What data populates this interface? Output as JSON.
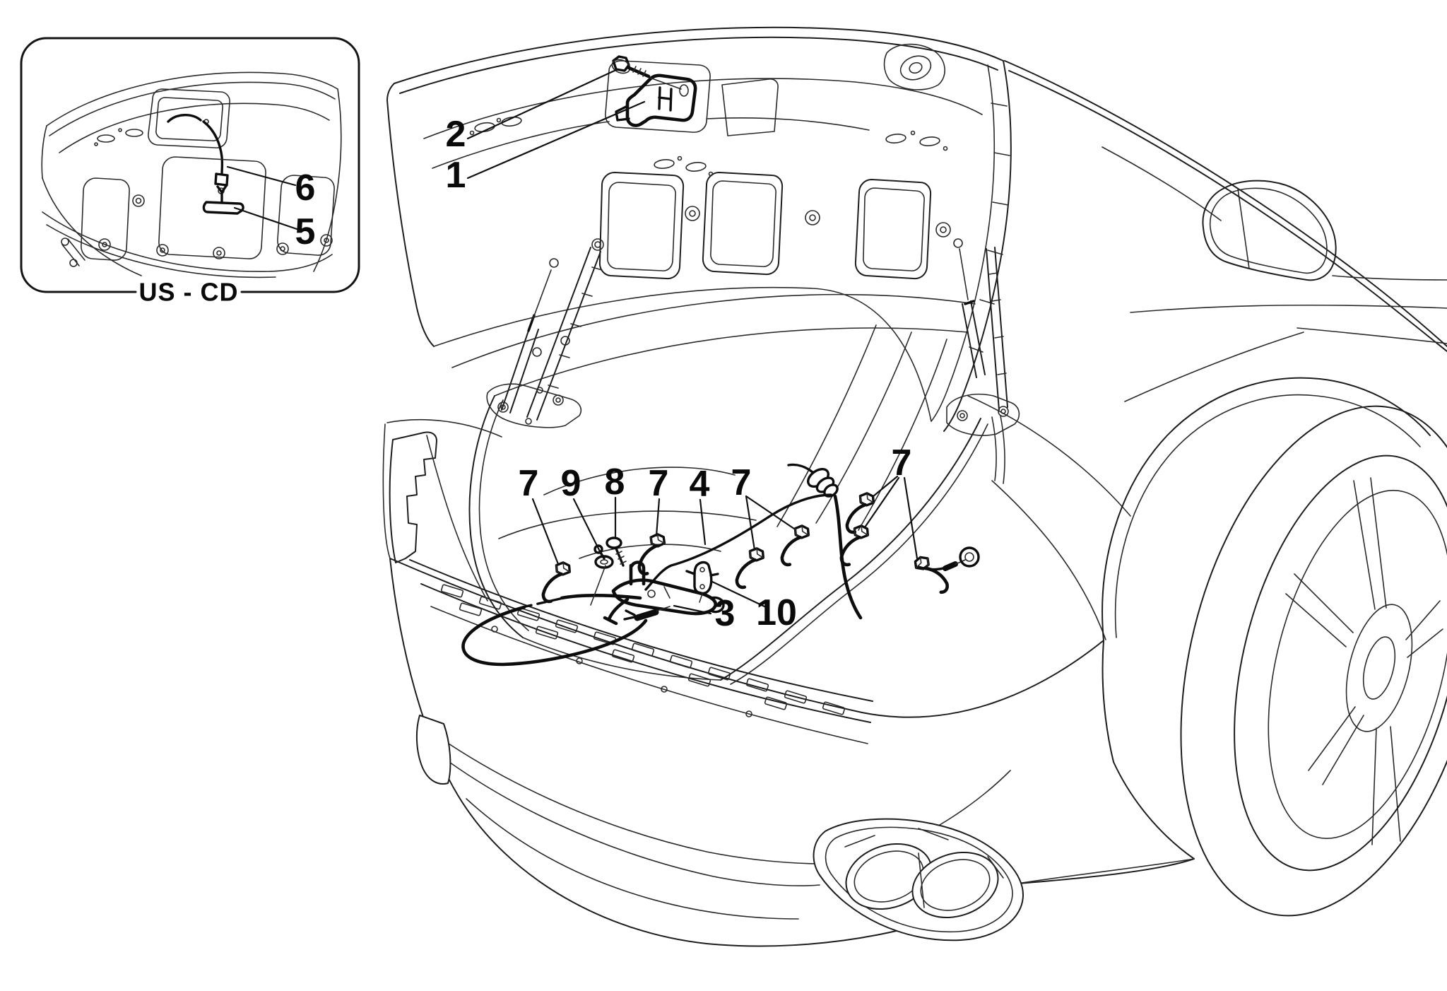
{
  "figure": {
    "background": "#ffffff",
    "line_color": "#1d1d1d",
    "inset": {
      "caption": "US - CD",
      "callouts": [
        {
          "label": "6"
        },
        {
          "label": "5"
        }
      ]
    },
    "main": {
      "callouts": [
        {
          "label": "2"
        },
        {
          "label": "1"
        },
        {
          "label": "7"
        },
        {
          "label": "9"
        },
        {
          "label": "8"
        },
        {
          "label": "7"
        },
        {
          "label": "4"
        },
        {
          "label": "7"
        },
        {
          "label": "7"
        },
        {
          "label": "3"
        },
        {
          "label": "10"
        }
      ]
    }
  }
}
